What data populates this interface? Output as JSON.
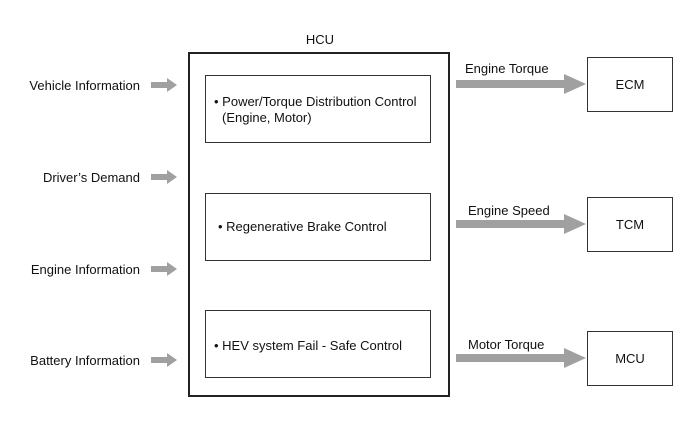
{
  "diagram": {
    "title": "HCU",
    "inputs": [
      {
        "label": "Vehicle Information"
      },
      {
        "label": "Driver’s Demand"
      },
      {
        "label": "Engine Information"
      },
      {
        "label": "Battery Information"
      }
    ],
    "functions": [
      {
        "line1": "• Power/Torque Distribution Control",
        "line2": "(Engine, Motor)"
      },
      {
        "line1": "• Regenerative Brake Control"
      },
      {
        "line1": "• HEV system Fail - Safe Control"
      }
    ],
    "outputs": [
      {
        "signal": "Engine Torque",
        "target": "ECM"
      },
      {
        "signal": "Engine Speed",
        "target": "TCM"
      },
      {
        "signal": "Motor Torque",
        "target": "MCU"
      }
    ],
    "colors": {
      "arrow": "#a0a0a0",
      "line": "#222222"
    }
  }
}
